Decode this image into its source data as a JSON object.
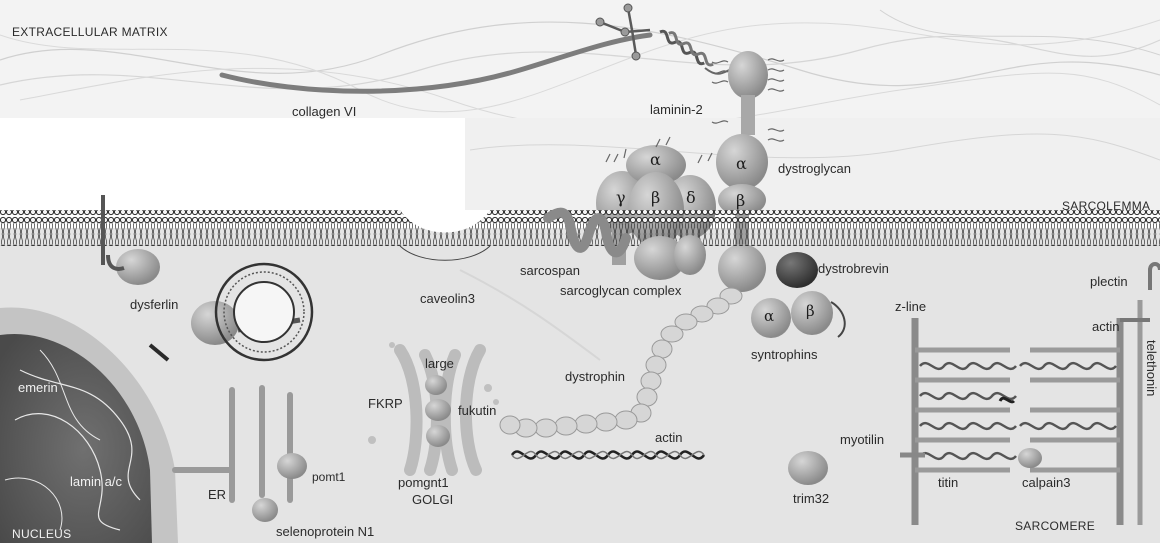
{
  "regions": {
    "extracellular_matrix": "EXTRACELLULAR MATRIX",
    "sarcolemma": "SARCOLEMMA",
    "nucleus": "NUCLEUS",
    "sarcomere": "SARCOMERE"
  },
  "proteins": {
    "collagen": "collagen VI",
    "laminin": "laminin-2",
    "dystroglycan": "dystroglycan",
    "alpha": "α",
    "beta": "β",
    "gamma": "γ",
    "delta": "δ",
    "sarcospan": "sarcospan",
    "sarcoglycan_complex": "sarcoglycan complex",
    "caveolin": "caveolin3",
    "dysferlin": "dysferlin",
    "dystrobrevin": "dystrobrevin",
    "syntrophins": "syntrophins",
    "dystrophin": "dystrophin",
    "plectin": "plectin",
    "z_line": "z-line",
    "actin": "actin",
    "telethonin": "telethonin",
    "myotilin": "myotilin",
    "titin": "titin",
    "calpain": "calpain3",
    "trim32": "trim32",
    "emerin": "emerin",
    "lamin": "lamin a/c",
    "er": "ER",
    "pomt1": "pomt1",
    "selenoprotein": "selenoprotein N1",
    "fkrp": "FKRP",
    "large": "large",
    "fukutin": "fukutin",
    "pomgnt1": "pomgnt1",
    "golgi": "GOLGI"
  }
}
